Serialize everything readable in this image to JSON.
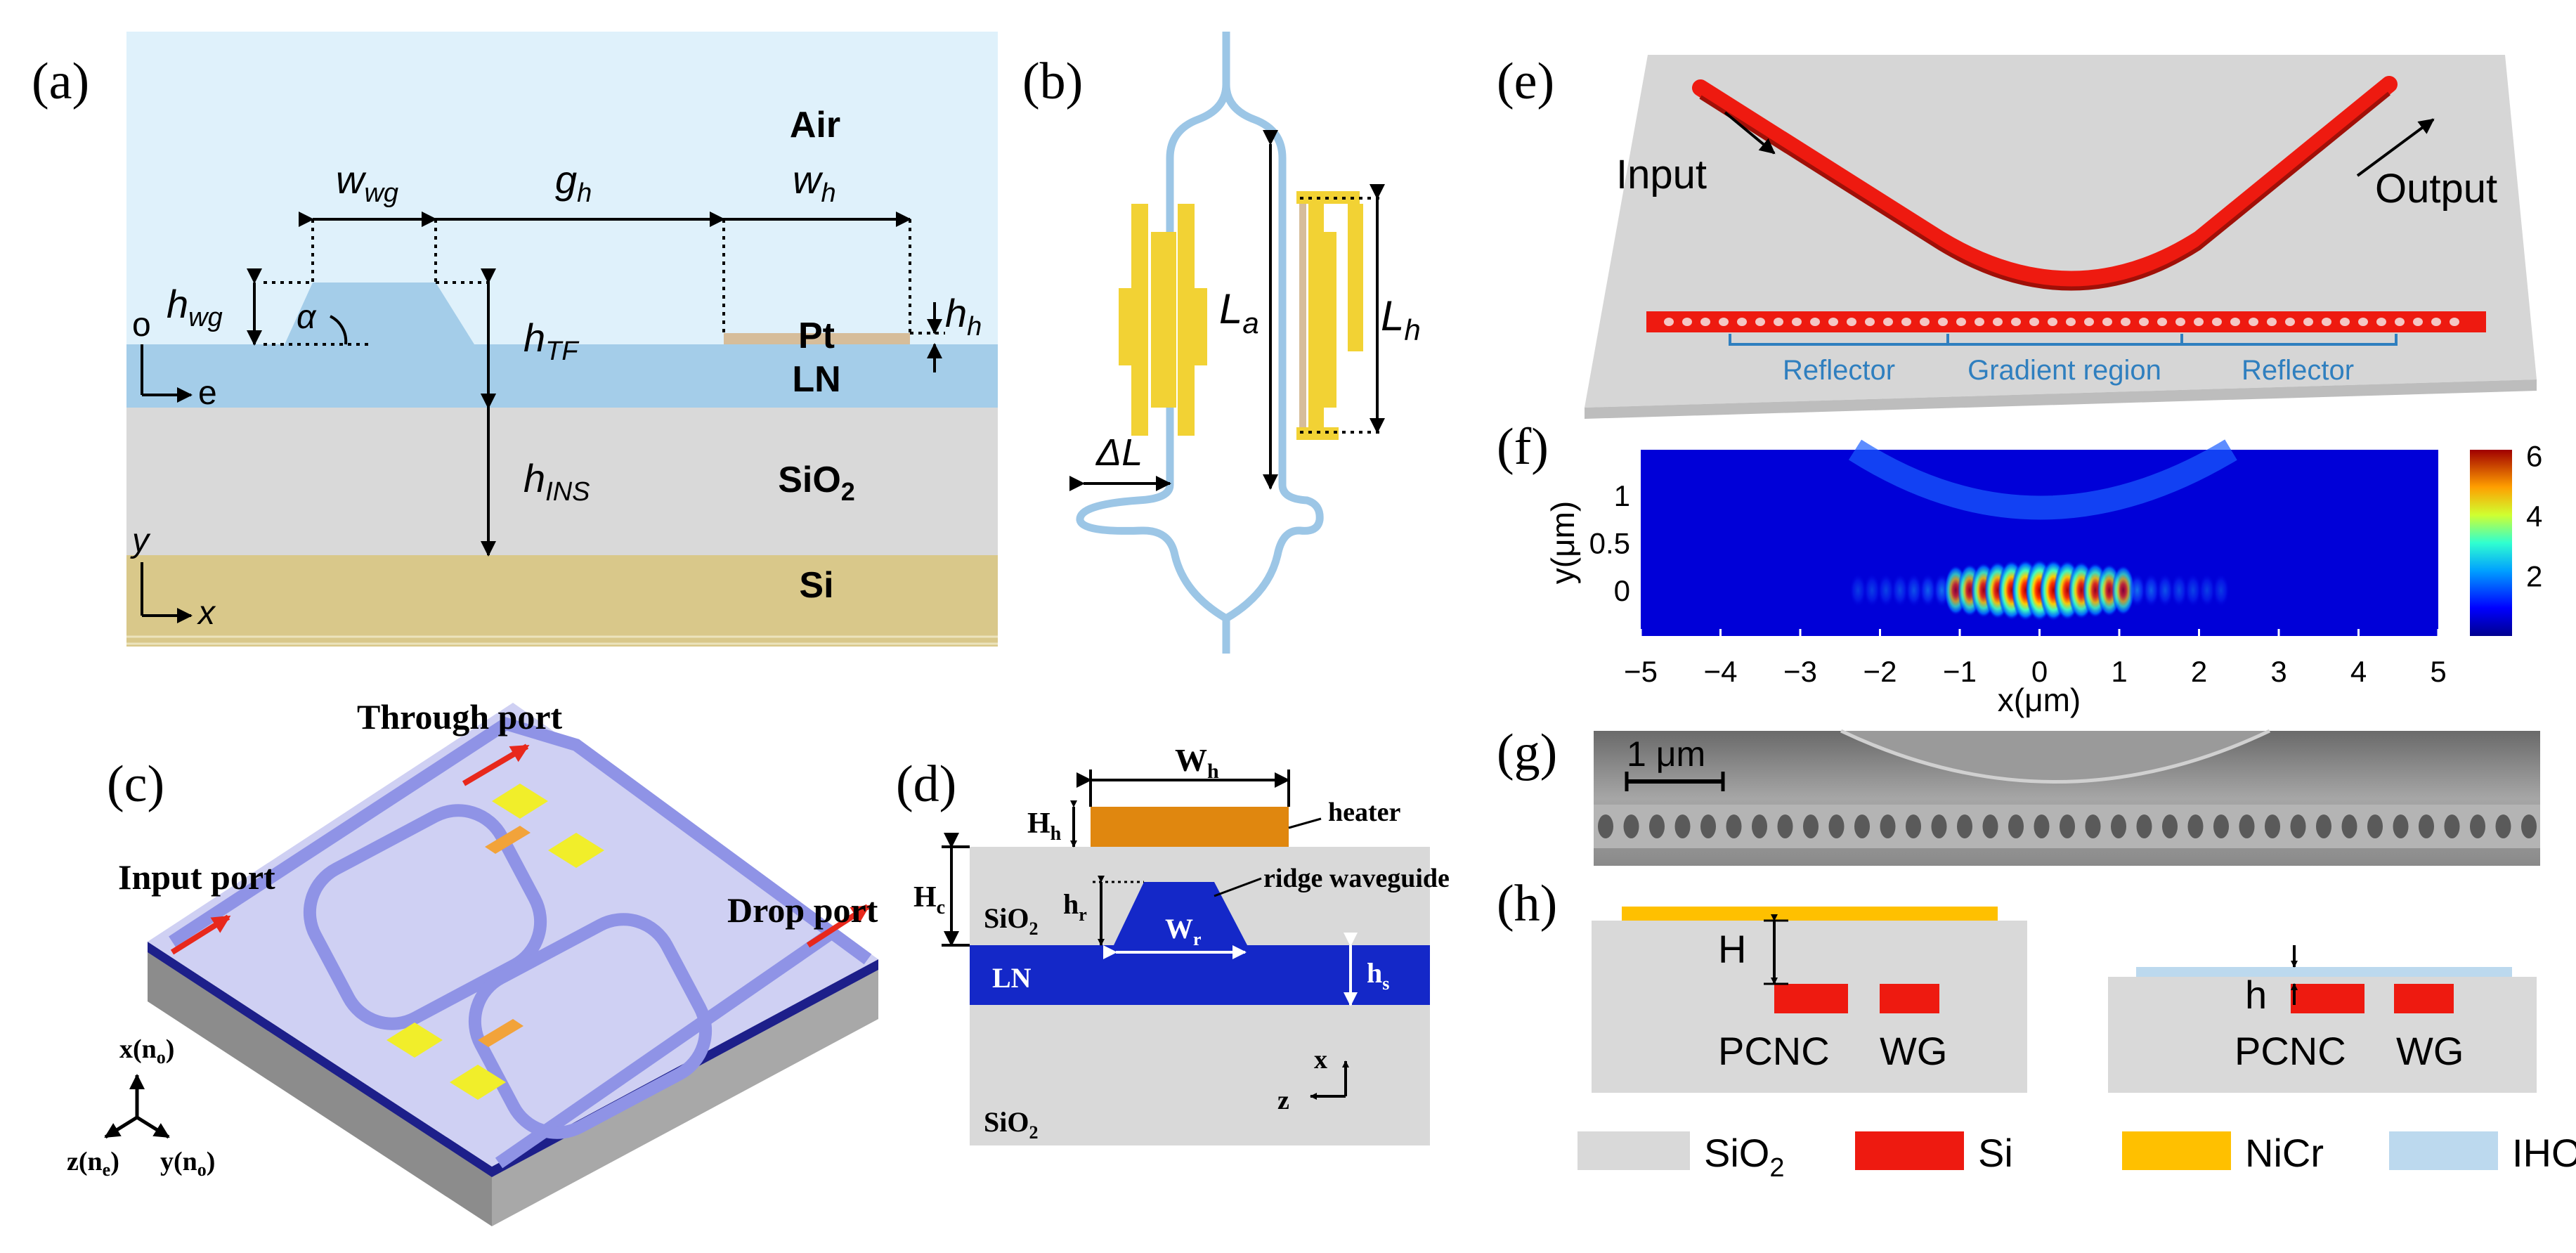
{
  "panels": {
    "a": {
      "label": "(a)",
      "air": "Air",
      "w_wg": "w",
      "w_wg_sub": "wg",
      "g_h": "g",
      "g_h_sub": "h",
      "w_h": "w",
      "w_h_sub": "h",
      "h_wg": "h",
      "h_wg_sub": "wg",
      "alpha": "α",
      "h_tf": "h",
      "h_tf_sub": "TF",
      "h_h": "h",
      "h_h_sub": "h",
      "pt": "Pt",
      "ln": "LN",
      "h_ins": "h",
      "h_ins_sub": "INS",
      "sio2": "SiO",
      "sio2_sub": "2",
      "si": "Si",
      "axis_o": "o",
      "axis_e": "e",
      "axis_y": "y",
      "axis_x": "x",
      "colors": {
        "air": "#dff1fb",
        "ln": "#a4cde9",
        "sio2": "#d9d9d9",
        "si": "#d9c88a",
        "pt": "#d6bd9a"
      }
    },
    "b": {
      "label": "(b)",
      "l_a": "L",
      "l_a_sub": "a",
      "l_h": "L",
      "l_h_sub": "h",
      "delta_l": "ΔL",
      "colors": {
        "waveguide": "#9cc6e6",
        "heater": "#f2d234"
      }
    },
    "c": {
      "label": "(c)",
      "through_port": "Through port",
      "input_port": "Input port",
      "drop_port": "Drop port",
      "axis_x": "x(n",
      "axis_x_sub": "o",
      "axis_x_end": ")",
      "axis_z": "z(n",
      "axis_z_sub": "e",
      "axis_z_end": ")",
      "axis_y": "y(n",
      "axis_y_sub": "o",
      "axis_y_end": ")"
    },
    "d": {
      "label": "(d)",
      "w_h": "W",
      "w_h_sub": "h",
      "h_h": "H",
      "h_h_sub": "h",
      "heater": "heater",
      "h_c": "H",
      "h_c_sub": "c",
      "sio2_top": "SiO",
      "sio2_top_sub": "2",
      "h_r": "h",
      "h_r_sub": "r",
      "ridge": "ridge waveguide",
      "w_r": "W",
      "w_r_sub": "r",
      "ln": "LN",
      "h_s": "h",
      "h_s_sub": "s",
      "axis_x": "x",
      "axis_z": "z",
      "sio2_bot": "SiO",
      "sio2_bot_sub": "2",
      "colors": {
        "heater": "#e0870f",
        "ln": "#1428c8",
        "sio2": "#d9d9d9"
      }
    },
    "e": {
      "label": "(e)",
      "input": "Input",
      "output": "Output",
      "reflector_left": "Reflector",
      "gradient": "Gradient region",
      "reflector_right": "Reflector",
      "colors": {
        "waveguide": "#ee1a10",
        "bracket": "#2f7fbf"
      }
    },
    "f": {
      "label": "(f)",
      "ylabel": "y(μm)",
      "xlabel": "x(μm)",
      "x_ticks": [
        "−5",
        "−4",
        "−3",
        "−2",
        "−1",
        "0",
        "1",
        "2",
        "3",
        "4",
        "5"
      ],
      "y_ticks": [
        "1",
        "0.5",
        "0"
      ],
      "colorbar_ticks": [
        "6",
        "4",
        "2"
      ]
    },
    "g": {
      "label": "(g)",
      "scale_bar": "1 μm"
    },
    "h": {
      "label": "(h)",
      "H": "H",
      "pcnc_left": "PCNC",
      "wg_left": "WG",
      "h_small": "h",
      "pcnc_right": "PCNC",
      "wg_right": "WG"
    },
    "legend": {
      "sio2": "SiO",
      "sio2_sub": "2",
      "si": "Si",
      "nicr": "NiCr",
      "iho": "IHO",
      "colors": {
        "sio2": "#d9d9d9",
        "si": "#ee1a10",
        "nicr": "#ffc000",
        "iho": "#bcd9ee"
      }
    }
  }
}
